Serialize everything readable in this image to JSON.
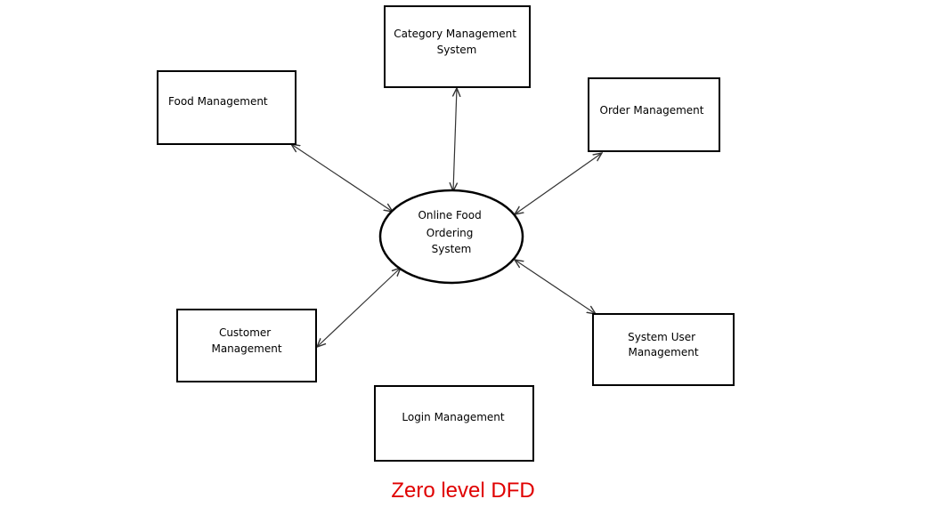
{
  "diagram": {
    "center": {
      "lines": [
        "Online Food",
        "Ordering",
        "System"
      ]
    },
    "entities": {
      "category": {
        "lines": [
          "Category Management",
          "System"
        ]
      },
      "food": {
        "lines": [
          "Food Management"
        ]
      },
      "order": {
        "lines": [
          "Order Management"
        ]
      },
      "customer": {
        "lines": [
          "Customer",
          "Management"
        ]
      },
      "system_user": {
        "lines": [
          "System User",
          "Management"
        ]
      },
      "login": {
        "lines": [
          "Login Management"
        ]
      }
    }
  },
  "caption": "Zero level DFD",
  "colors": {
    "caption": "#e00000",
    "stroke": "#000000"
  }
}
